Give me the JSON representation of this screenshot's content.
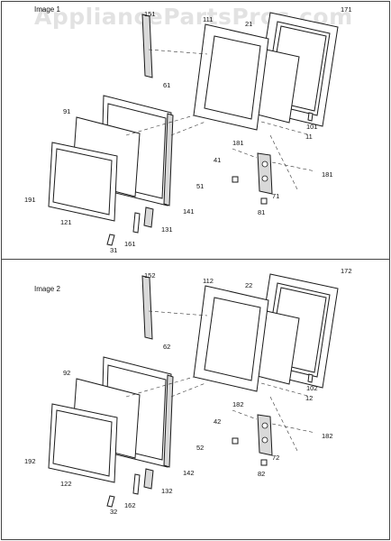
{
  "watermark": "AppliancePartsPros.com",
  "panels": [
    {
      "title": "Image 1",
      "labels": [
        "151",
        "111",
        "171",
        "21",
        "61",
        "91",
        "101",
        "11",
        "181",
        "41",
        "181",
        "51",
        "71",
        "191",
        "121",
        "141",
        "131",
        "161",
        "81",
        "31"
      ]
    },
    {
      "title": "Image 2",
      "labels": [
        "152",
        "112",
        "172",
        "22",
        "62",
        "92",
        "102",
        "12",
        "182",
        "42",
        "182",
        "52",
        "72",
        "192",
        "122",
        "142",
        "132",
        "162",
        "82",
        "32"
      ]
    }
  ],
  "colors": {
    "line": "#1a1a1a",
    "dash": "#333333",
    "fill": "#ffffff",
    "shade": "#d9d9d9"
  }
}
